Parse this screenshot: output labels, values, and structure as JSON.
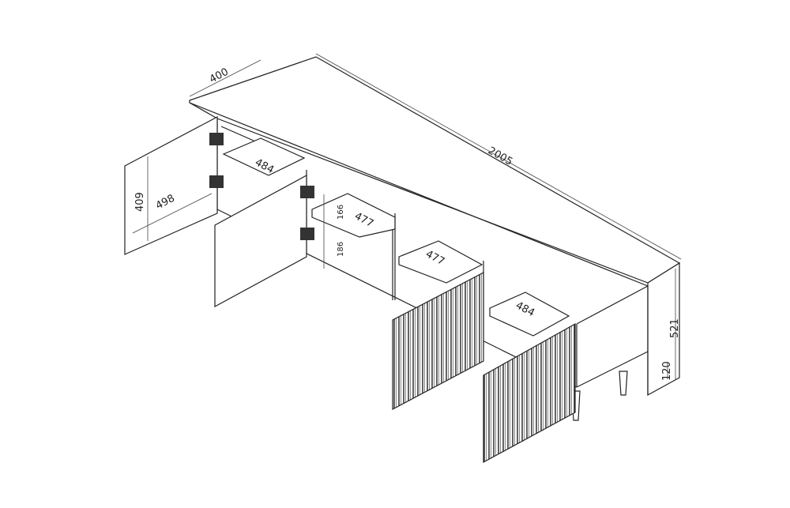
{
  "drawing": {
    "dimensions": {
      "depth": "400",
      "width": "2005",
      "shelf_left": "484",
      "door_height": "409",
      "door_width": "498",
      "upper_gap": "166",
      "lower_gap": "186",
      "shelf_mid_left": "477",
      "shelf_mid_right": "477",
      "shelf_right": "484",
      "total_height": "521",
      "leg_height": "120"
    },
    "colors": {
      "line": "#222222",
      "background": "#ffffff"
    }
  }
}
